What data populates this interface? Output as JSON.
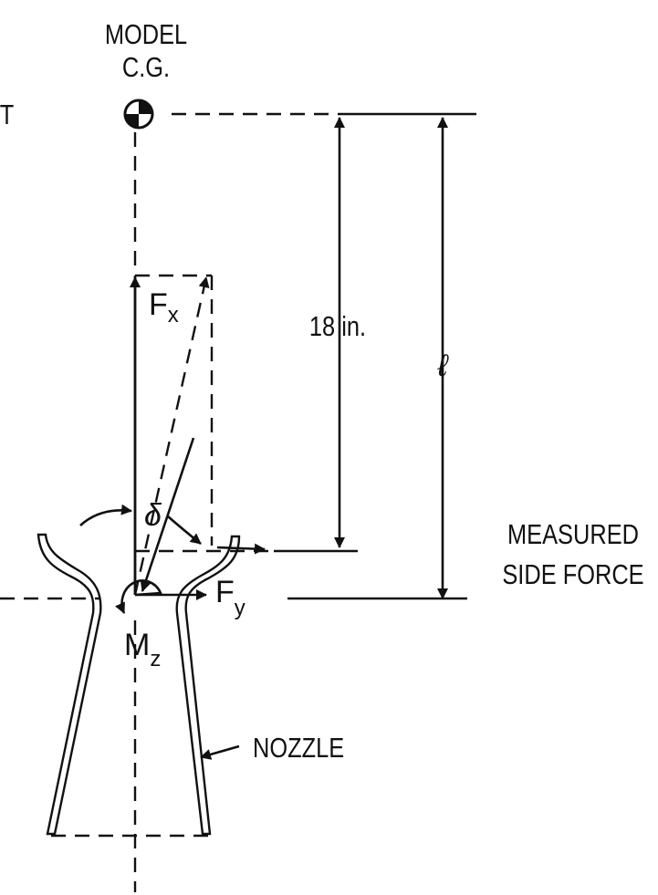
{
  "labels": {
    "model": "MODEL",
    "cg": "C.G.",
    "edge_fragment": "T",
    "distance": "18 in.",
    "arm_length": "ℓ",
    "measured": "MEASURED",
    "side_force": "SIDE FORCE",
    "nozzle": "NOZZLE"
  },
  "symbols": {
    "axial_force": "F",
    "axial_force_sub": "x",
    "side_force": "F",
    "side_force_sub": "y",
    "deflection_angle": "δ",
    "moment": "M",
    "moment_sub": "z"
  },
  "colors": {
    "ink": "#111111",
    "background": "#ffffff"
  }
}
